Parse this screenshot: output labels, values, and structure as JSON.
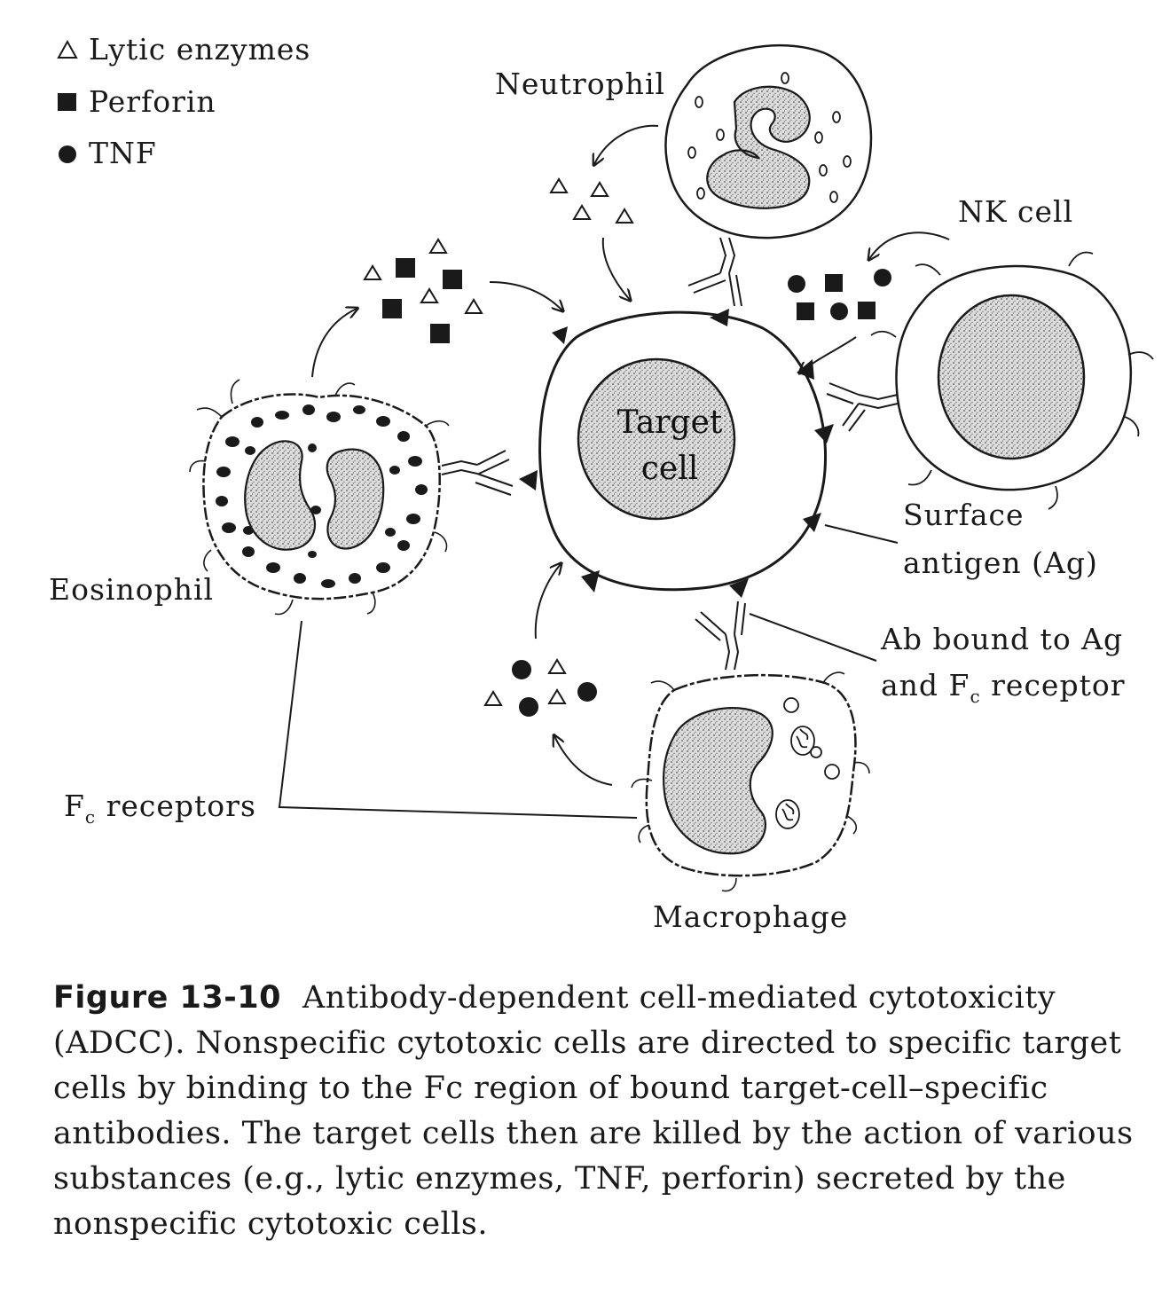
{
  "legend": {
    "items": [
      {
        "symbol": "triangle",
        "label": "Lytic enzymes"
      },
      {
        "symbol": "square",
        "label": "Perforin"
      },
      {
        "symbol": "circle",
        "label": "TNF"
      }
    ]
  },
  "cells": {
    "target": {
      "line1": "Target",
      "line2": "cell"
    },
    "neutrophil": "Neutrophil",
    "nk": "NK cell",
    "eosinophil": "Eosinophil",
    "macrophage": "Macrophage"
  },
  "callouts": {
    "surface_antigen": {
      "line1": "Surface",
      "line2": "antigen (Ag)"
    },
    "ab_bound": {
      "line1": "Ab bound to Ag",
      "line2_pre": "and F",
      "line2_sub": "c",
      "line2_post": " receptor"
    },
    "fc_receptors": {
      "pre": "F",
      "sub": "c",
      "post": " receptors"
    }
  },
  "caption": {
    "figure_number": "Figure 13-10",
    "text": "Antibody-dependent cell-mediated cytotoxicity (ADCC). Nonspecific cytotoxic cells are directed to specific target cells by binding to the Fc region of bound target-cell–specific antibodies. The target cells then are killed by the action of various substances (e.g., lytic enzymes, TNF, perforin) secreted by the nonspecific cytotoxic cells."
  },
  "colors": {
    "ink": "#1a1a1a",
    "nucleus": "#c8c8c8",
    "paper": "#ffffff"
  }
}
